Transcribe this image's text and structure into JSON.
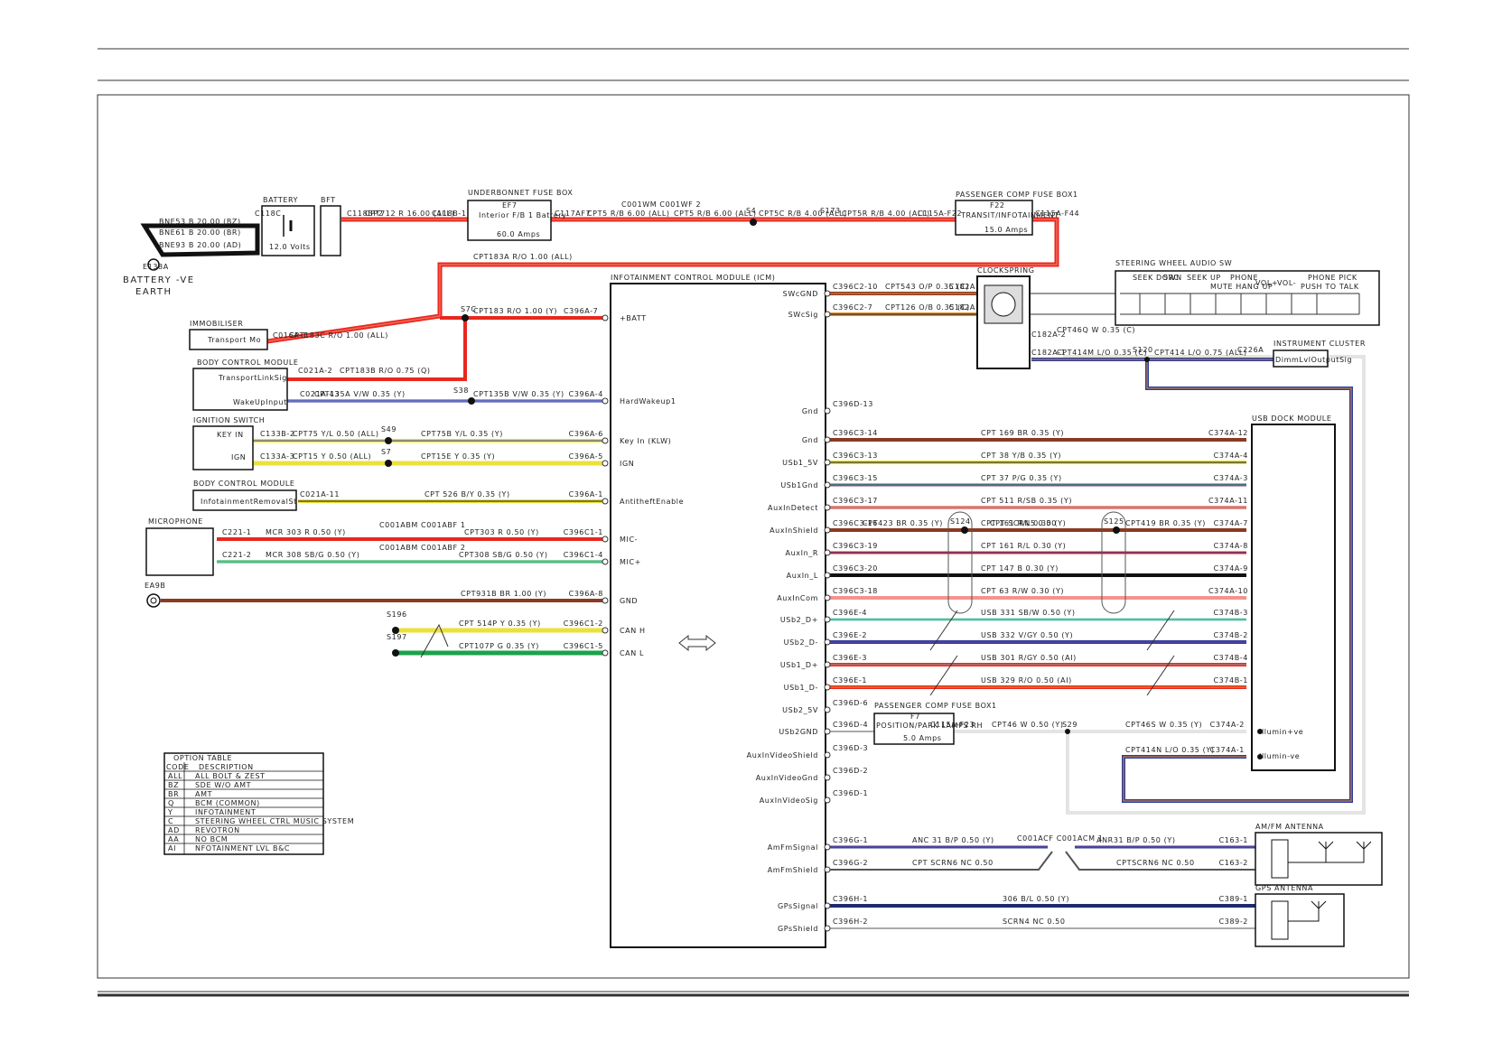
{
  "colors": {
    "red": "#e8271e",
    "red_orange": "#f04a1e",
    "brown": "#8b3a22",
    "yellow": "#ece03a",
    "green": "#1aa34a",
    "blue": "#2c3d9a",
    "purple": "#7a3f9a",
    "grey": "#9a9a9a",
    "cyan": "#8fd8d4",
    "black": "#111111",
    "orange": "#e8902a",
    "pink": "#f2a0a0",
    "navy": "#1d2b6e",
    "light_grey": "#c8c8c8"
  },
  "components": {
    "battery": {
      "title": "BATTERY",
      "value": "12.0 Volts"
    },
    "bft": {
      "title": "BFT"
    },
    "underbonnet_fuse_box": {
      "title": "UNDERBONNET FUSE BOX",
      "fuse": "EF7",
      "desc": "Interior F/B 1 Battery",
      "rating": "60.0 Amps"
    },
    "passenger_fuse_box1": {
      "title": "PASSENGER COMP FUSE BOX1",
      "fuse": "F22",
      "desc": "TRANSIT/INFOTAINMENT",
      "rating": "15.0 Amps"
    },
    "passenger_fuse_box2": {
      "title": "PASSENGER COMP FUSE BOX1",
      "fuse": "F7",
      "desc": "POSITION/PARK LAMPS RH",
      "rating": "5.0 Amps"
    },
    "icm": {
      "title": "INFOTAINMENT CONTROL MODULE (ICM)"
    },
    "clockspring": {
      "title": "CLOCKSPRING"
    },
    "steering_wheel_audio_sw": {
      "title": "STEERING WHEEL AUDIO SW",
      "buttons": [
        "SEEK DOWN",
        "SRC",
        "SEEK UP",
        "MUTE HANG UP",
        "PHONE",
        "VOL+",
        "VOL-",
        "PHONE PICK",
        "PUSH TO TALK"
      ]
    },
    "instrument_cluster": {
      "title": "INSTRUMENT CLUSTER",
      "pin": "DimmLvlOutputSig"
    },
    "usb_dock_module": {
      "title": "USB DOCK MODULE",
      "pins": [
        "Illumin+ve",
        "Illumin-ve"
      ]
    },
    "amfm_antenna": {
      "title": "AM/FM ANTENNA"
    },
    "gps_antenna": {
      "title": "GPS ANTENNA"
    },
    "immobiliser": {
      "title": "IMMOBILISER",
      "pin": "Transport Mo"
    },
    "body_control_module1": {
      "title": "BODY CONTROL MODULE",
      "pins": [
        "TransportLinkSig",
        "WakeUpInput"
      ]
    },
    "ignition_switch": {
      "title": "IGNITION SWITCH",
      "pins": [
        "KEY IN",
        "IGN"
      ]
    },
    "body_control_module2": {
      "title": "BODY CONTROL MODULE",
      "pin": "InfotainmentRemovalSt"
    },
    "microphone": {
      "title": "MICROPHONE"
    },
    "earth": {
      "id": "E138A",
      "label1": "BATTERY -VE",
      "label2": "EARTH"
    },
    "ea9b": {
      "id": "EA9B"
    }
  },
  "battery_wires": [
    "BNE53 B 20.00 (BZ)",
    "BNE61 B 20.00 (BR)",
    "BNE93 B 20.00 (AD)"
  ],
  "top_wire_labels": [
    "C118C",
    "C118BP2",
    "CPT712 R 16.00 (ALL)",
    "C118B-1",
    "C117AF7",
    "CPT5 R/B 6.00 (ALL)",
    "CPT5 R/B 6.00 (ALL)",
    "CPT5C R/B 4.00 (ALL)",
    "CPT5R R/B 4.00 (ALL)",
    "C115A-F22",
    "C115A-F44",
    "C001WM C001WF 2",
    "S4",
    "S173"
  ],
  "icm_left_pins": [
    "+BATT",
    "HardWakeup1",
    "Key In (KLW)",
    "IGN",
    "AntitheftEnable",
    "MIC-",
    "MIC+",
    "GND",
    "CAN H",
    "CAN L"
  ],
  "icm_right_pins": [
    "SWcGND",
    "SWcSig",
    "Gnd",
    "Gnd",
    "USb1_5V",
    "USb1Gnd",
    "AuxInDetect",
    "AuxInShield",
    "AuxIn_R",
    "AuxIn_L",
    "AuxInCom",
    "USb2_D+",
    "USb2_D-",
    "USb1_D+",
    "USb1_D-",
    "USb2_5V",
    "USb2GND",
    "AuxInVideoShield",
    "AuxInVideoGnd",
    "AuxInVideoSig",
    "AmFmSignal",
    "AmFmShield",
    "GPsSignal",
    "GPsShield"
  ],
  "left_wires": [
    {
      "from": "C016A-1",
      "label": "CPT183C R/O 1.00 (ALL)",
      "to": ""
    },
    {
      "from": "C021A-2",
      "label": "CPT183B R/O 0.75 (Q)",
      "to": ""
    },
    {
      "from": "C021A-43",
      "label": "CPT135A V/W 0.35 (Y)",
      "to": "C396A-4"
    },
    {
      "from": "C133B-2",
      "label": "CPT75 Y/L 0.50 (ALL)",
      "to": "C396A-6"
    },
    {
      "from": "C133A-3",
      "label": "CPT15 Y 0.50 (ALL)",
      "to": "C396A-5"
    },
    {
      "from": "C021A-11",
      "label": "CPT 526 B/Y 0.35 (Y)",
      "to": "C396A-1"
    },
    {
      "from": "C221-1",
      "label": "MCR 303 R 0.50 (Y)",
      "to": "C396C1-1"
    },
    {
      "from": "C221-2",
      "label": "MCR 308 SB/G 0.50 (Y)",
      "to": "C396C1-4"
    },
    {
      "from": "",
      "label": "CPT931B BR 1.00 (Y)",
      "to": "C396A-8"
    },
    {
      "from": "S196",
      "label": "CPT 514P Y 0.35 (Y)",
      "to": "C396C1-2"
    },
    {
      "from": "S197",
      "label": "CPT107P G 0.35 (Y)",
      "to": "C396C1-5"
    }
  ],
  "left_extra_labels": [
    "CPT183A R/O 1.00 (ALL)",
    "S7C",
    "CPT183 R/O 1.00 (Y)",
    "C396A-7",
    "S38",
    "CPT135B V/W 0.35 (Y)",
    "S49",
    "CPT75B Y/L 0.35 (Y)",
    "S7",
    "CPT15E Y 0.35 (Y)",
    "C001ABM C001ABF 1",
    "CPT303 R 0.50 (Y)",
    "C001ABM C001ABF 2",
    "CPT308 SB/G 0.50 (Y)"
  ],
  "right_wires": [
    {
      "from": "C396C2-10",
      "label": "CPT543 O/P 0.35 (C)",
      "to": "C182A"
    },
    {
      "from": "C396C2-7",
      "label": "CPT126 O/B 0.35 (C)",
      "to": "C182A"
    },
    {
      "from": "C396D-13",
      "label": "",
      "to": ""
    },
    {
      "from": "C396C3-14",
      "label": "CPT 169 BR 0.35 (Y)",
      "to": "C374A-12"
    },
    {
      "from": "C396C3-13",
      "label": "CPT 38 Y/B 0.35 (Y)",
      "to": "C374A-4"
    },
    {
      "from": "C396C3-15",
      "label": "CPT 37 P/G 0.35 (Y)",
      "to": "C374A-3"
    },
    {
      "from": "C396C3-17",
      "label": "CPT 511 R/SB 0.35 (Y)",
      "to": "C374A-11"
    },
    {
      "from": "C396C3-16",
      "label": "CPT 161 R/L 0.30 (Y)",
      "to": "C374A-7"
    },
    {
      "from": "C396C3-19",
      "label": "CPT 161 R/L 0.30 (Y)",
      "to": "C374A-8"
    },
    {
      "from": "C396C3-20",
      "label": "CPT 147 B 0.30 (Y)",
      "to": "C374A-9"
    },
    {
      "from": "C396C3-18",
      "label": "CPT 63 R/W 0.30 (Y)",
      "to": "C374A-10"
    },
    {
      "from": "C396E-4",
      "label": "USB 331 SB/W 0.50 (Y)",
      "to": "C374B-3"
    },
    {
      "from": "C396E-2",
      "label": "USB 332 V/GY 0.50 (Y)",
      "to": "C374B-2"
    },
    {
      "from": "C396E-3",
      "label": "USB 301 R/GY 0.50 (AI)",
      "to": "C374B-4"
    },
    {
      "from": "C396E-1",
      "label": "USB 329 R/O 0.50 (AI)",
      "to": "C374B-1"
    },
    {
      "from": "C396D-6",
      "label": "",
      "to": ""
    },
    {
      "from": "C396D-4",
      "label": "CPT46 W 0.50 (Y)",
      "to": "C115A-F23"
    },
    {
      "from": "C396D-3",
      "label": "",
      "to": ""
    },
    {
      "from": "C396D-2",
      "label": "",
      "to": ""
    },
    {
      "from": "C396D-1",
      "label": "",
      "to": ""
    },
    {
      "from": "C396G-1",
      "label": "ANC 31 B/P 0.50 (Y)",
      "to": "C163-1"
    },
    {
      "from": "C396G-2",
      "label": "CPT SCRN6 NC 0.50",
      "to": "C163-2"
    },
    {
      "from": "C396H-1",
      "label": "306 B/L 0.50 (Y)",
      "to": "C389-1"
    },
    {
      "from": "C396H-2",
      "label": "SCRN4 NC 0.50",
      "to": "C389-2"
    }
  ],
  "right_extra_labels": [
    "CPT423 BR 0.35 (Y)",
    "S124",
    "CPT SCRN5 0.50",
    "S125",
    "CPT419 BR 0.35 (Y)",
    "C182A-2",
    "CPT46Q W 0.35 (C)",
    "C182A-1",
    "CPT414M L/O 0.35 (C)",
    "S120",
    "CPT414 L/O 0.75 (ALL)",
    "C226A",
    "S29",
    "CPT46S W 0.35 (Y)",
    "C374A-2",
    "CPT414N L/O 0.35 (Y)",
    "C374A-1",
    "C001ACF C001ACM 1",
    "ANR31 B/P 0.50 (Y)",
    "CPTSCRN6 NC 0.50"
  ],
  "option_table": {
    "title": "OPTION TABLE",
    "header": [
      "CODE",
      "DESCRIPTION"
    ],
    "rows": [
      [
        "ALL",
        "ALL BOLT & ZEST"
      ],
      [
        "BZ",
        "SDE W/O AMT"
      ],
      [
        "BR",
        "AMT"
      ],
      [
        "Q",
        "BCM (COMMON)"
      ],
      [
        "Y",
        "INFOTAINMENT"
      ],
      [
        "C",
        "STEERING WHEEL CTRL MUSIC SYSTEM"
      ],
      [
        "AD",
        "REVOTRON"
      ],
      [
        "AA",
        "NO BCM"
      ],
      [
        "AI",
        "NFOTAINMENT LVL B&C"
      ]
    ]
  }
}
